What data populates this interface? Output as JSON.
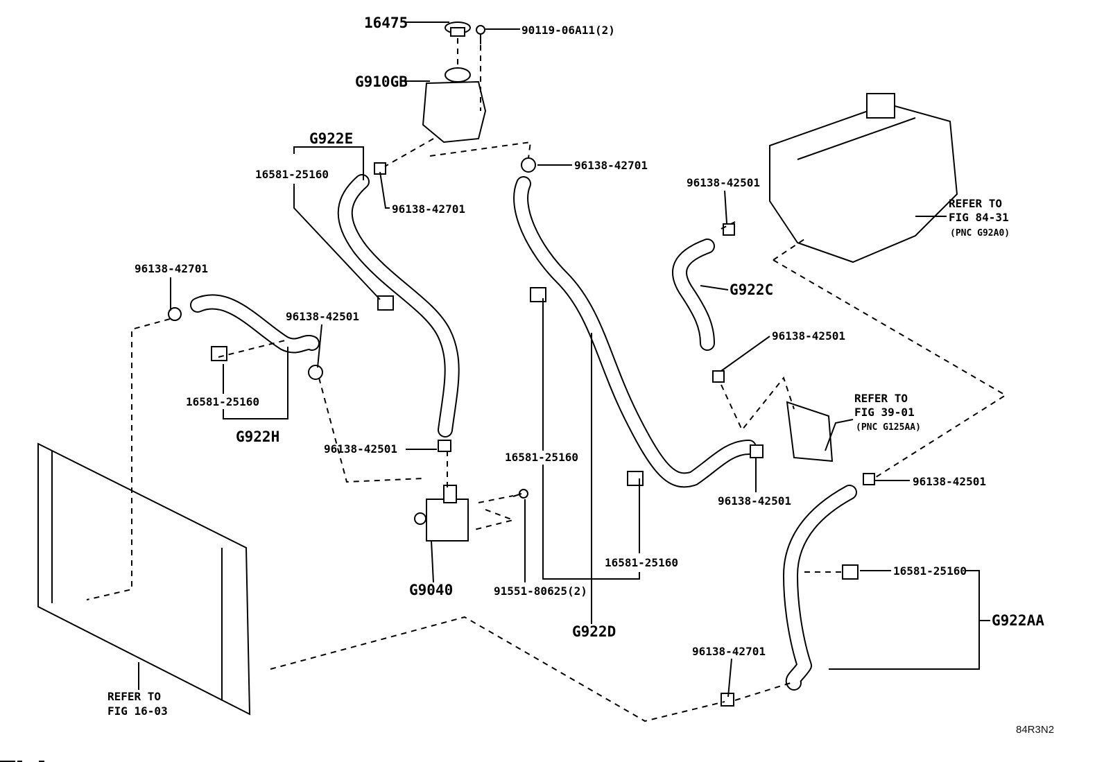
{
  "diagram": {
    "title": "Hybrid inverter cooling system parts diagram",
    "figure_code": "84R3N2",
    "callouts": [
      {
        "id": "c1",
        "text": "16475"
      },
      {
        "id": "c2",
        "text": "90119-06A11(2)"
      },
      {
        "id": "c3",
        "text": "G910GB"
      },
      {
        "id": "c4",
        "text": "G922E"
      },
      {
        "id": "c5",
        "text": "16581-25160"
      },
      {
        "id": "c6",
        "text": "96138-42701"
      },
      {
        "id": "c7",
        "text": "96138-42701"
      },
      {
        "id": "c8",
        "text": "96138-42501"
      },
      {
        "id": "c9",
        "text": "96138-42701"
      },
      {
        "id": "c10",
        "text": "96138-42501"
      },
      {
        "id": "c11",
        "text": "16581-25160"
      },
      {
        "id": "c12",
        "text": "G922H"
      },
      {
        "id": "c13",
        "text": "G922C"
      },
      {
        "id": "c14",
        "text": "96138-42501"
      },
      {
        "id": "c15",
        "text": "96138-42501"
      },
      {
        "id": "c16",
        "text": "16581-25160"
      },
      {
        "id": "c17",
        "text": "96138-42501"
      },
      {
        "id": "c18",
        "text": "96138-42501"
      },
      {
        "id": "c19",
        "text": "16581-25160"
      },
      {
        "id": "c20",
        "text": "G9040"
      },
      {
        "id": "c21",
        "text": "91551-80625(2)"
      },
      {
        "id": "c22",
        "text": "G922D"
      },
      {
        "id": "c23",
        "text": "16581-25160"
      },
      {
        "id": "c24",
        "text": "G922AA"
      },
      {
        "id": "c25",
        "text": "96138-42701"
      }
    ],
    "references": [
      {
        "line1": "REFER TO",
        "line2": "FIG 84-31",
        "line3": "(PNC G92A0)"
      },
      {
        "line1": "REFER TO",
        "line2": "FIG 39-01",
        "line3": "(PNC G125AA)"
      },
      {
        "line1": "REFER TO",
        "line2": "FIG 16-03"
      }
    ]
  }
}
